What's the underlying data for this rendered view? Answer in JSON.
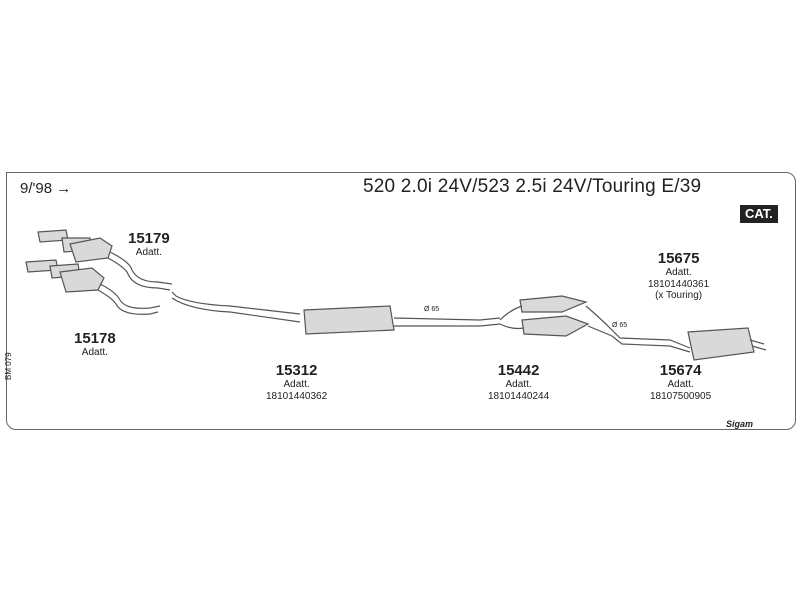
{
  "header": {
    "date_range": "9/'98 →",
    "title": "520 2.0i 24V/523 2.5i 24V/Touring E/39",
    "badge": "CAT."
  },
  "catalog_code": "BM 079",
  "brand": "Sigam",
  "parts": [
    {
      "number": "15179",
      "note": "Adatt.",
      "ref": ""
    },
    {
      "number": "15178",
      "note": "Adatt.",
      "ref": ""
    },
    {
      "number": "15312",
      "note": "Adatt.",
      "ref": "18101440362"
    },
    {
      "number": "15442",
      "note": "Adatt.",
      "ref": "18101440244"
    },
    {
      "number": "15675",
      "note": "Adatt.",
      "ref": "18101440361",
      "extra": "(x Touring)"
    },
    {
      "number": "15674",
      "note": "Adatt.",
      "ref": "18107500905"
    }
  ],
  "dimensions": [
    "Ø 65",
    "Ø 65"
  ],
  "colors": {
    "line": "#555555",
    "fill": "#d9d9d9",
    "border": "#666666"
  }
}
